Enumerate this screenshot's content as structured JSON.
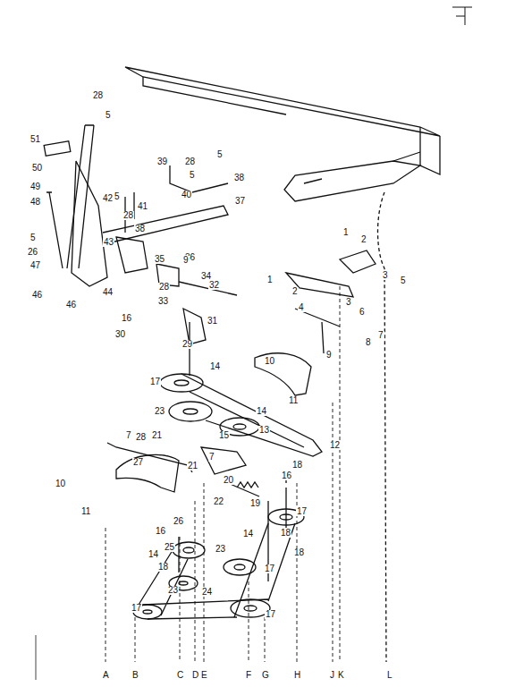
{
  "diagram": {
    "labels": [
      "28",
      "5",
      "39",
      "28",
      "5",
      "5",
      "38",
      "40",
      "37",
      "41",
      "51",
      "50",
      "49",
      "48",
      "5",
      "26",
      "47",
      "46",
      "46",
      "44",
      "42",
      "5",
      "28",
      "43",
      "38",
      "36",
      "35",
      "9",
      "34",
      "28",
      "32",
      "33",
      "1",
      "2",
      "3",
      "5",
      "1",
      "2",
      "3",
      "4",
      "6",
      "7",
      "8",
      "9",
      "16",
      "31",
      "30",
      "29",
      "14",
      "10",
      "17",
      "11",
      "12",
      "23",
      "14",
      "13",
      "7",
      "28",
      "21",
      "15",
      "7",
      "21",
      "27",
      "20",
      "18",
      "10",
      "22",
      "19",
      "16",
      "17",
      "11",
      "26",
      "16",
      "18",
      "14",
      "25",
      "18",
      "23",
      "18",
      "17",
      "14",
      "23",
      "24",
      "17",
      "17",
      "A",
      "B",
      "C",
      "D",
      "E",
      "F",
      "G",
      "H",
      "J",
      "K",
      "L"
    ]
  }
}
